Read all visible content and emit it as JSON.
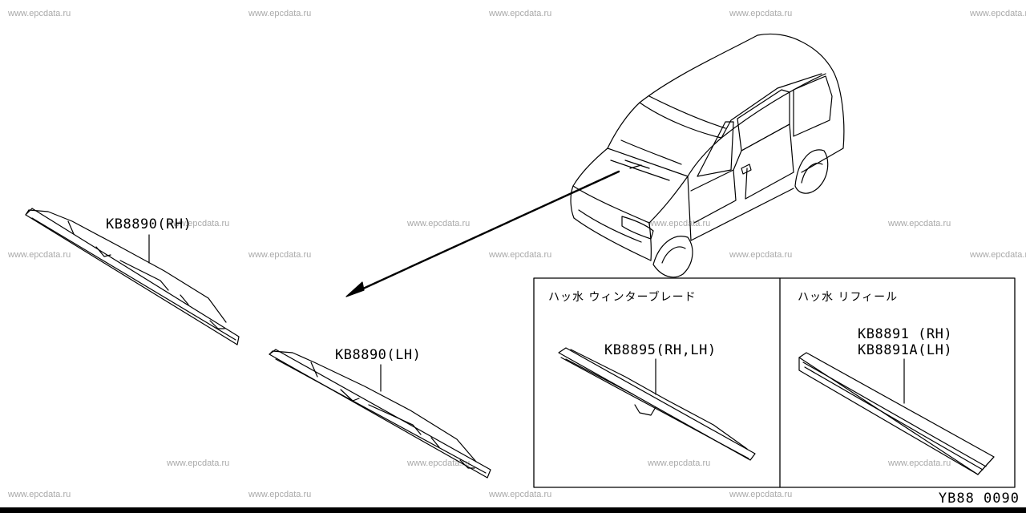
{
  "watermark": "www.epcdata.ru",
  "parts": {
    "blade_rh": "KB8890(RH)",
    "blade_lh": "KB8890(LH)",
    "winter_blade": "KB8895(RH,LH)",
    "refill_rh": "KB8891 (RH)",
    "refill_lh": "KB8891A(LH)"
  },
  "boxes": {
    "winter_title": "ハッ水 ウィンターブレード",
    "refill_title": "ハッ水 リフィール"
  },
  "diagram_code": "YB88 0090",
  "colors": {
    "line": "#000000",
    "watermark": "#a9a9a9",
    "background": "#ffffff"
  }
}
